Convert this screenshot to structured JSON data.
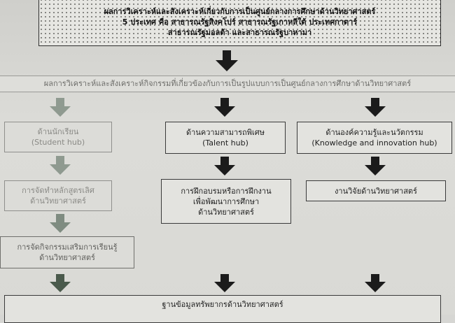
{
  "top_box": {
    "lines": [
      "ผลการวิเคราะห์และสังเคราะห์เกี่ยวกับการเป็นศูนย์กลางการศึกษาด้านวิทยาศาสตร์",
      "5 ประเทศ คือ สาธารณรัฐสิงคโปร์ สาธารณรัฐเกาหลีใต้ ประเทศกาตาร์",
      "สาธารณรัฐมอลต้า และสาธารณรัฐบาหามา"
    ]
  },
  "banner": {
    "text": "ผลการวิเคราะห์และสังเคราะห์กิจกรรมที่เกี่ยวข้องกับการเป็นรูปแบบการเป็นศูนย์กลางการศึกษาด้านวิทยาศาสตร์"
  },
  "columns": {
    "student": {
      "head": [
        "ด้านนักเรียน",
        "(Student hub)"
      ],
      "step2": [
        "การจัดทำหลักสูตรเลิศ",
        "ด้านวิทยาศาสตร์"
      ],
      "step3": [
        "การจัดกิจกรรมเสริมการเรียนรู้",
        "ด้านวิทยาศาสตร์"
      ]
    },
    "talent": {
      "head": [
        "ด้านความสามารถพิเศษ",
        "(Talent hub)"
      ],
      "step2": [
        "การฝึกอบรมหรือการฝึกงาน",
        "เพื่อพัฒนาการศึกษา",
        "ด้านวิทยาศาสตร์"
      ]
    },
    "knowledge": {
      "head": [
        "ด้านองค์ความรู้และนวัตกรรม",
        "(Knowledge and innovation hub)"
      ],
      "step2": [
        "งานวิจัยด้านวิทยาศาสตร์"
      ]
    }
  },
  "bottom_box": {
    "text": "ฐานข้อมูลทรัพยากรด้านวิทยาศาสตร์"
  },
  "colors": {
    "dark_arrow": "#1b1b1b",
    "faded_arrow": "#8f9a90"
  }
}
